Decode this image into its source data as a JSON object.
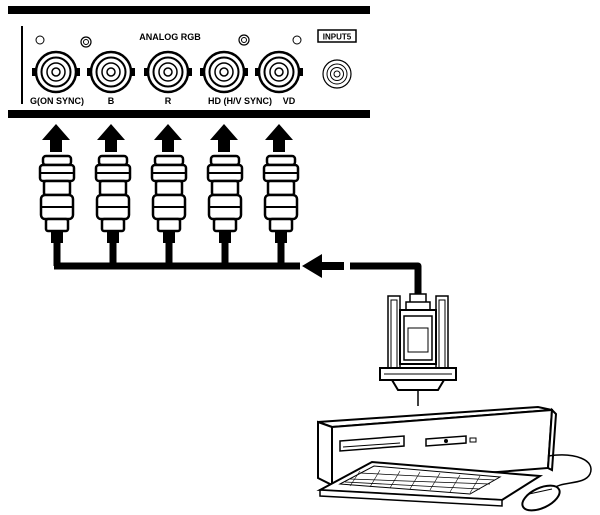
{
  "panel": {
    "group_label": "ANALOG RGB",
    "inputs_badge": "INPUT5",
    "connectors": [
      {
        "label": "G(ON SYNC)"
      },
      {
        "label": "B"
      },
      {
        "label": "R"
      },
      {
        "label": "HD (H/V SYNC)"
      },
      {
        "label": "VD"
      }
    ]
  },
  "devices": {
    "computer": "computer-icon",
    "vga_plug": "vga-connector-icon",
    "mouse": "mouse-icon",
    "keyboard": "keyboard-icon"
  },
  "colors": {
    "line": "#000000",
    "fill": "#ffffff",
    "panel_face": "#ffffff"
  }
}
